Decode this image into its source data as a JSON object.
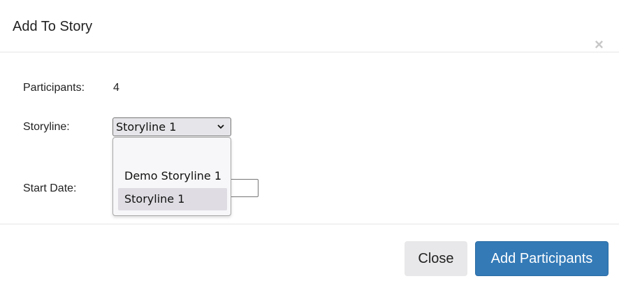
{
  "dialog": {
    "title": "Add To Story",
    "close_icon": "×"
  },
  "form": {
    "participants_label": "Participants:",
    "participants_value": "4",
    "storyline_label": "Storyline:",
    "storyline_selected": "Storyline 1",
    "start_date_label": "Start Date:",
    "start_date_value": ""
  },
  "storyline_options": [
    {
      "label": ""
    },
    {
      "label": "Demo Storyline 1"
    },
    {
      "label": "Storyline 1",
      "selected": true
    }
  ],
  "footer": {
    "close_label": "Close",
    "add_label": "Add Participants"
  },
  "colors": {
    "primary": "#337ab7",
    "secondary_button": "#e8e8ea",
    "selected_option": "#dfdde3"
  }
}
